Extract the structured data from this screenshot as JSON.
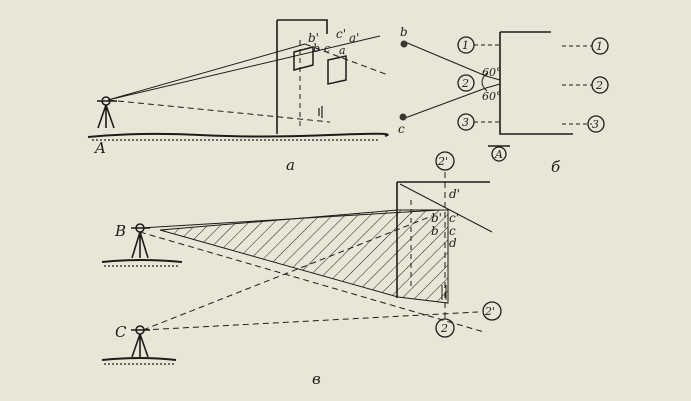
{
  "figure_a": {
    "caption": "а",
    "labels": {
      "A": "A",
      "b_prime": "b'",
      "c_prime": "c'",
      "a_prime": "a'",
      "b": "b",
      "c": "c",
      "a": "a"
    }
  },
  "figure_b": {
    "caption": "б",
    "points": {
      "b": "b",
      "c": "c",
      "A": "A"
    },
    "markers": {
      "m1": "1",
      "m2": "2",
      "m3": "3",
      "r1": "1",
      "r2": "2",
      "r3": "3"
    },
    "angles": {
      "upper": "60°",
      "lower": "60°"
    }
  },
  "figure_c": {
    "caption": "в",
    "labels": {
      "B": "B",
      "C": "C",
      "d_prime": "d'",
      "c_prime": "c'",
      "b_prime": "b'",
      "c": "c",
      "b": "b",
      "d": "d"
    },
    "markers": {
      "top": "2'",
      "bottom": "2",
      "right": "2'"
    }
  }
}
